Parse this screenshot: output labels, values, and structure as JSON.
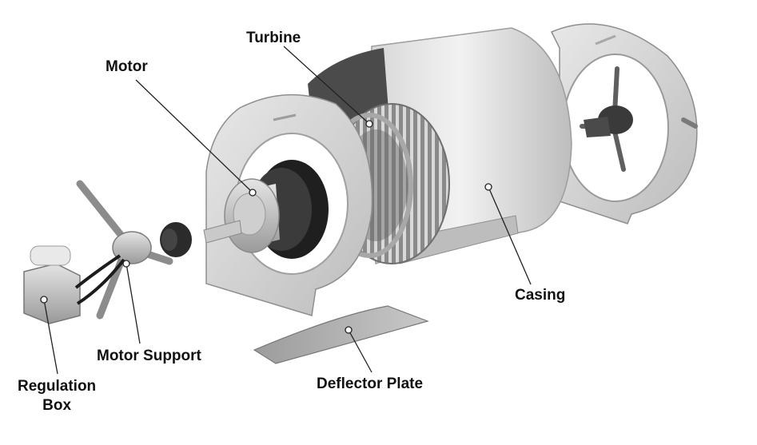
{
  "labels": {
    "turbine": "Turbine",
    "motor": "Motor",
    "casing": "Casing",
    "motor_support": "Motor Support",
    "regulation_box": "Regulation\nBox",
    "deflector_plate": "Deflector Plate"
  }
}
